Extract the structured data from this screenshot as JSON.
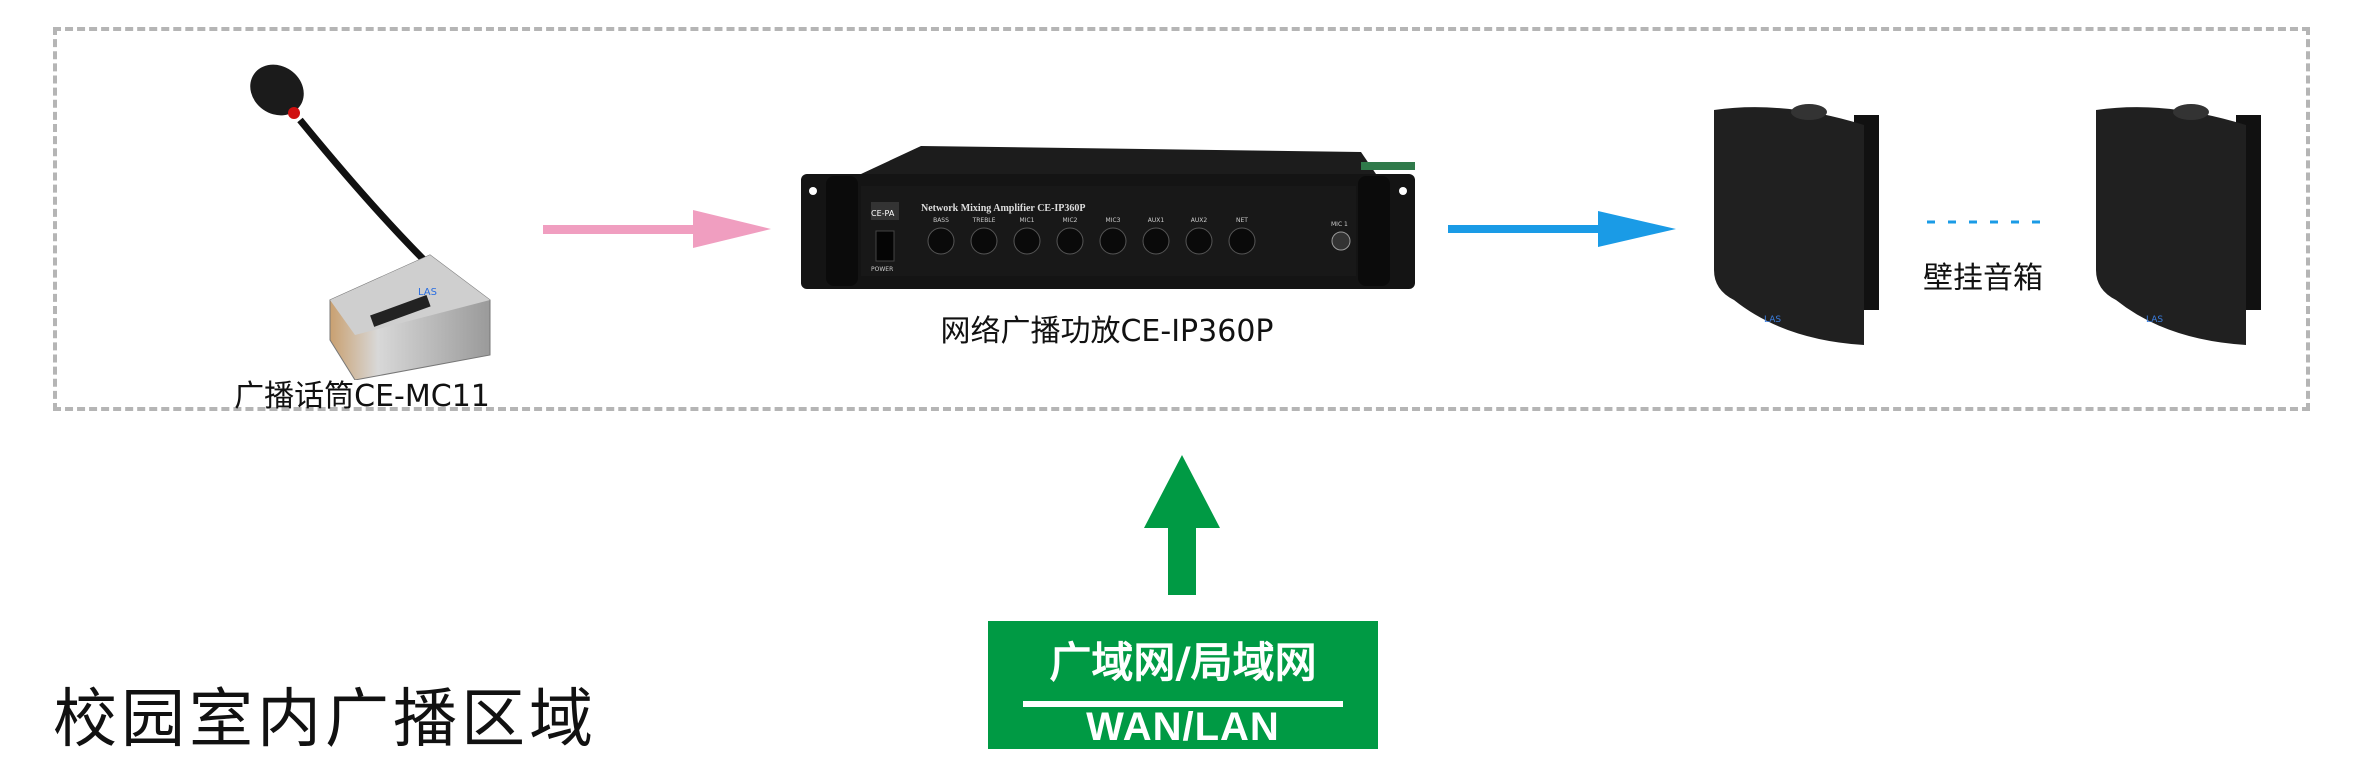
{
  "zone_title": "校园室内广播区域",
  "devices": {
    "microphone": {
      "label": "广播话筒CE-MC11",
      "brand": "LAS"
    },
    "amplifier": {
      "label": "网络广播功放CE-IP360P",
      "panel_title": "Network Mixing Amplifier  CE-IP360P",
      "brand": "CE-PA",
      "power_label": "POWER",
      "knobs": [
        "BASS",
        "TREBLE",
        "MIC1",
        "MIC2",
        "MIC3",
        "AUX1",
        "AUX2",
        "NET"
      ],
      "jack_label": "MIC 1"
    },
    "speakers": {
      "label": "壁挂音箱",
      "brand": "LAS"
    }
  },
  "network": {
    "label_cn": "广域网/局域网",
    "label_en": "WAN/LAN"
  },
  "colors": {
    "mic_arrow": "#f09ec0",
    "speaker_arrow": "#1a9be6",
    "network": "#009a44",
    "zone_border": "#b5b5b5"
  }
}
